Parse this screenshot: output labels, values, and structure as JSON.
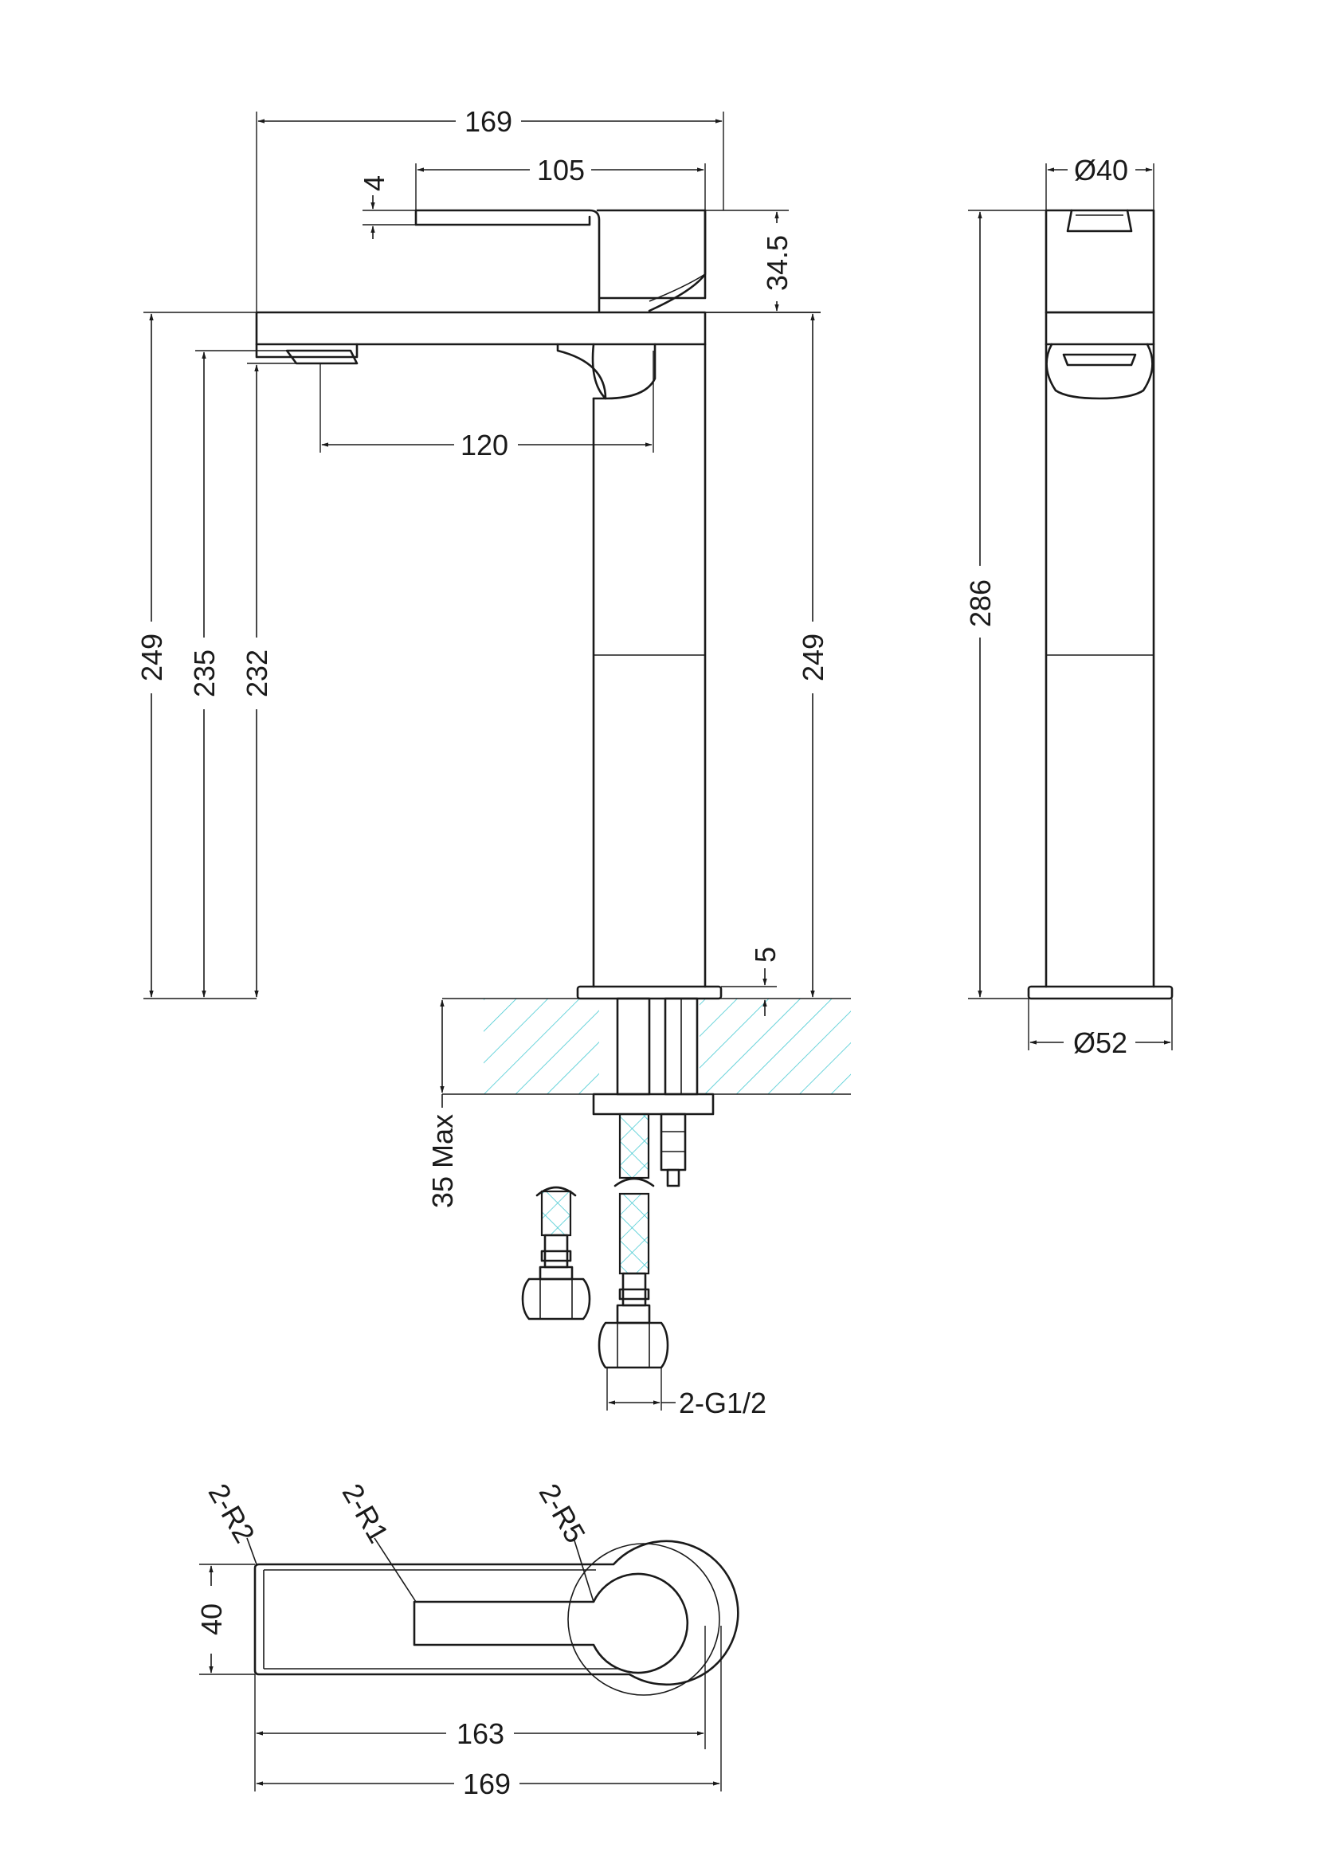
{
  "front_view": {
    "overall_width": "169",
    "handle_length": "105",
    "handle_gap": "4",
    "handle_height": "34.5",
    "spout_reach": "120",
    "height_top": "249",
    "height_spout_outlet": "235",
    "height_spout_tip": "232",
    "height_right": "249",
    "base_plate": "5",
    "deck_thickness": "35 Max",
    "connection": "2-G1/2"
  },
  "side_view": {
    "top_diameter": "Ø40",
    "overall_height": "286",
    "base_diameter": "Ø52"
  },
  "plan_view": {
    "corner_radius_left": "2-R2",
    "corner_radius_inner": "2-R1",
    "corner_radius_outer": "2-R5",
    "width": "40",
    "spout_length": "163",
    "overall_length": "169"
  },
  "colors": {
    "line": "#1a1a1a",
    "hatch": "#39c6cf",
    "background": "#ffffff"
  }
}
